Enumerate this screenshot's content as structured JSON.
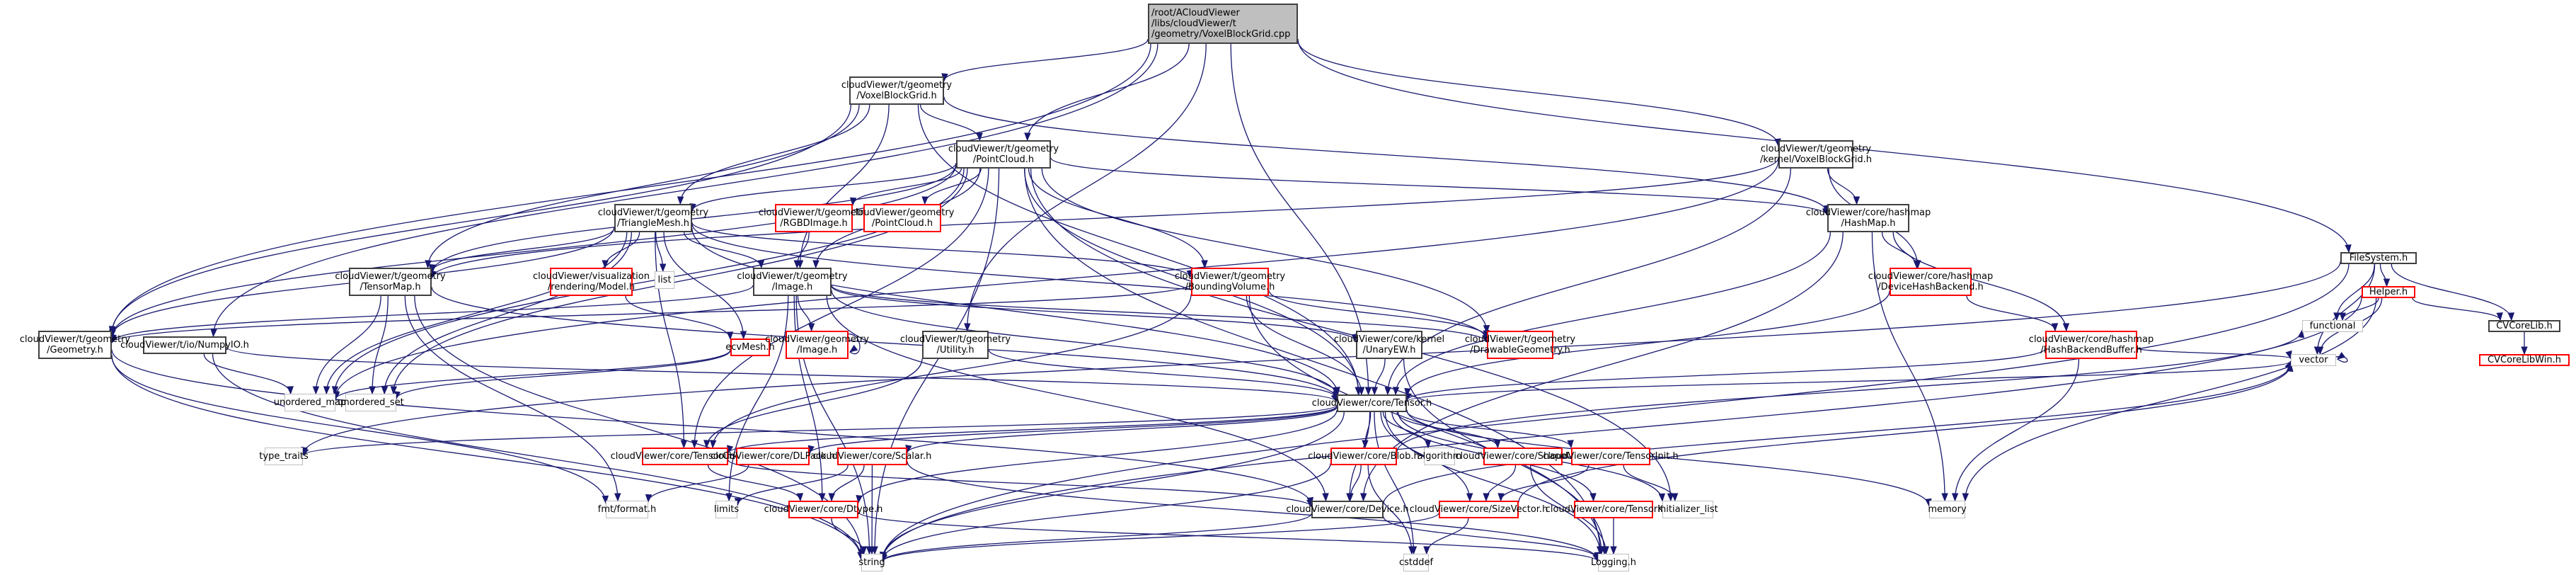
{
  "graph": {
    "title": "Include dependency graph for VoxelBlockGrid.cpp",
    "colors": {
      "edge": "#191970",
      "root_fill": "#bfbfbf",
      "missing_border": "#ff0000",
      "system_border": "#bfbfbf",
      "node_border": "#404040"
    },
    "nodes": [
      {
        "id": "root",
        "label": "/root/ACloudViewer\n/libs/cloudViewer/t\n/geometry/VoxelBlockGrid.cpp",
        "kind": "root"
      },
      {
        "id": "vbg_h",
        "label": "cloudViewer/t/geometry\n/VoxelBlockGrid.h",
        "kind": "normal"
      },
      {
        "id": "pointcloud_h",
        "label": "cloudViewer/t/geometry\n/PointCloud.h",
        "kind": "normal"
      },
      {
        "id": "kvbg_h",
        "label": "cloudViewer/t/geometry\n/kernel/VoxelBlockGrid.h",
        "kind": "normal"
      },
      {
        "id": "filesystem_h",
        "label": "FileSystem.h",
        "kind": "normal"
      },
      {
        "id": "trianglemesh_h",
        "label": "cloudViewer/t/geometry\n/TriangleMesh.h",
        "kind": "normal"
      },
      {
        "id": "rgbd_h",
        "label": "cloudViewer/t/geometry\n/RGBDImage.h",
        "kind": "missing"
      },
      {
        "id": "geom_pc_h",
        "label": "cloudViewer/geometry\n/PointCloud.h",
        "kind": "missing"
      },
      {
        "id": "hashmap_h",
        "label": "cloudViewer/core/hashmap\n/HashMap.h",
        "kind": "normal"
      },
      {
        "id": "tensormap_h",
        "label": "cloudViewer/t/geometry\n/TensorMap.h",
        "kind": "normal"
      },
      {
        "id": "list",
        "label": "list",
        "kind": "system"
      },
      {
        "id": "model_h",
        "label": "cloudViewer/visualization\n/rendering/Model.h",
        "kind": "missing"
      },
      {
        "id": "image_h",
        "label": "cloudViewer/t/geometry\n/Image.h",
        "kind": "normal"
      },
      {
        "id": "bvol_h",
        "label": "cloudViewer/t/geometry\n/BoundingVolume.h",
        "kind": "missing"
      },
      {
        "id": "dhb_h",
        "label": "cloudViewer/core/hashmap\n/DeviceHashBackend.h",
        "kind": "missing"
      },
      {
        "id": "geometry_h",
        "label": "cloudViewer/t/geometry\n/Geometry.h",
        "kind": "normal"
      },
      {
        "id": "numpyio_h",
        "label": "cloudViewer/t/io/NumpyIO.h",
        "kind": "normal"
      },
      {
        "id": "ecvmesh_h",
        "label": "ecvMesh.h",
        "kind": "missing"
      },
      {
        "id": "geom_image_h",
        "label": "cloudViewer/geometry\n/Image.h",
        "kind": "missing"
      },
      {
        "id": "utility_h",
        "label": "cloudViewer/t/geometry\n/Utility.h",
        "kind": "normal"
      },
      {
        "id": "unaryew_h",
        "label": "cloudViewer/core/kernel\n/UnaryEW.h",
        "kind": "normal"
      },
      {
        "id": "drawable_h",
        "label": "cloudViewer/t/geometry\n/DrawableGeometry.h",
        "kind": "missing"
      },
      {
        "id": "hbb_h",
        "label": "cloudViewer/core/hashmap\n/HashBackendBuffer.h",
        "kind": "missing"
      },
      {
        "id": "unordered_map",
        "label": "unordered_map",
        "kind": "system"
      },
      {
        "id": "unordered_set",
        "label": "unordered_set",
        "kind": "system"
      },
      {
        "id": "tensor_h",
        "label": "cloudViewer/core/Tensor.h",
        "kind": "normal"
      },
      {
        "id": "type_traits",
        "label": "type_traits",
        "kind": "system"
      },
      {
        "id": "tensorcheck_h",
        "label": "cloudViewer/core/TensorCheck.h",
        "kind": "missing"
      },
      {
        "id": "dlpack_h",
        "label": "cloudViewer/core/DLPack.h",
        "kind": "missing"
      },
      {
        "id": "scalar_h",
        "label": "cloudViewer/core/Scalar.h",
        "kind": "missing"
      },
      {
        "id": "blob_h",
        "label": "cloudViewer/core/Blob.h",
        "kind": "missing"
      },
      {
        "id": "algorithm",
        "label": "algorithm",
        "kind": "system"
      },
      {
        "id": "shapeutil_h",
        "label": "cloudViewer/core/ShapeUtil.h",
        "kind": "missing"
      },
      {
        "id": "tensorinit_h",
        "label": "cloudViewer/core/TensorInit.h",
        "kind": "missing"
      },
      {
        "id": "helper_h",
        "label": "Helper.h",
        "kind": "missing"
      },
      {
        "id": "fmt_format_h",
        "label": "fmt/format.h",
        "kind": "system"
      },
      {
        "id": "limits",
        "label": "limits",
        "kind": "system"
      },
      {
        "id": "dtype_h",
        "label": "cloudViewer/core/Dtype.h",
        "kind": "missing"
      },
      {
        "id": "device_h",
        "label": "cloudViewer/core/Device.h",
        "kind": "normal"
      },
      {
        "id": "sizevector_h",
        "label": "cloudViewer/core/SizeVector.h",
        "kind": "missing"
      },
      {
        "id": "tensorkey_h",
        "label": "cloudViewer/core/TensorKey.h",
        "kind": "missing"
      },
      {
        "id": "initializer_list",
        "label": "initializer_list",
        "kind": "system"
      },
      {
        "id": "memory",
        "label": "memory",
        "kind": "system"
      },
      {
        "id": "functional",
        "label": "functional",
        "kind": "system"
      },
      {
        "id": "cvcorelib_h",
        "label": "CVCoreLib.h",
        "kind": "normal"
      },
      {
        "id": "string",
        "label": "string",
        "kind": "system"
      },
      {
        "id": "cstddef",
        "label": "cstddef",
        "kind": "system"
      },
      {
        "id": "logging_h",
        "label": "Logging.h",
        "kind": "system"
      },
      {
        "id": "vector",
        "label": "vector",
        "kind": "system"
      },
      {
        "id": "cvcorelibwin_h",
        "label": "CVCoreLibWin.h",
        "kind": "missing"
      }
    ],
    "edges": [
      [
        "root",
        "vbg_h"
      ],
      [
        "root",
        "pointcloud_h"
      ],
      [
        "root",
        "kvbg_h"
      ],
      [
        "root",
        "filesystem_h"
      ],
      [
        "root",
        "geometry_h"
      ],
      [
        "root",
        "numpyio_h"
      ],
      [
        "root",
        "utility_h"
      ],
      [
        "root",
        "tensor_h"
      ],
      [
        "vbg_h",
        "pointcloud_h"
      ],
      [
        "vbg_h",
        "trianglemesh_h"
      ],
      [
        "vbg_h",
        "tensormap_h"
      ],
      [
        "vbg_h",
        "image_h"
      ],
      [
        "vbg_h",
        "hashmap_h"
      ],
      [
        "vbg_h",
        "geometry_h"
      ],
      [
        "vbg_h",
        "tensor_h"
      ],
      [
        "pointcloud_h",
        "trianglemesh_h"
      ],
      [
        "pointcloud_h",
        "rgbd_h"
      ],
      [
        "pointcloud_h",
        "geom_pc_h"
      ],
      [
        "pointcloud_h",
        "image_h"
      ],
      [
        "pointcloud_h",
        "bvol_h"
      ],
      [
        "pointcloud_h",
        "tensormap_h"
      ],
      [
        "pointcloud_h",
        "geometry_h"
      ],
      [
        "pointcloud_h",
        "drawable_h"
      ],
      [
        "pointcloud_h",
        "hashmap_h"
      ],
      [
        "pointcloud_h",
        "tensor_h"
      ],
      [
        "pointcloud_h",
        "unordered_set"
      ],
      [
        "pointcloud_h",
        "tensorcheck_h"
      ],
      [
        "pointcloud_h",
        "string"
      ],
      [
        "pointcloud_h",
        "logging_h"
      ],
      [
        "pointcloud_h",
        "initializer_list"
      ],
      [
        "pointcloud_h",
        "unordered_map"
      ],
      [
        "kvbg_h",
        "hashmap_h"
      ],
      [
        "kvbg_h",
        "dhb_h"
      ],
      [
        "kvbg_h",
        "tensor_h"
      ],
      [
        "kvbg_h",
        "tensormap_h"
      ],
      [
        "kvbg_h",
        "unordered_map"
      ],
      [
        "filesystem_h",
        "helper_h"
      ],
      [
        "filesystem_h",
        "functional"
      ],
      [
        "filesystem_h",
        "vector"
      ],
      [
        "filesystem_h",
        "cvcorelib_h"
      ],
      [
        "filesystem_h",
        "string"
      ],
      [
        "filesystem_h",
        "type_traits"
      ],
      [
        "trianglemesh_h",
        "tensormap_h"
      ],
      [
        "trianglemesh_h",
        "list"
      ],
      [
        "trianglemesh_h",
        "model_h"
      ],
      [
        "trianglemesh_h",
        "image_h"
      ],
      [
        "trianglemesh_h",
        "ecvmesh_h"
      ],
      [
        "trianglemesh_h",
        "tensorcheck_h"
      ],
      [
        "trianglemesh_h",
        "geometry_h"
      ],
      [
        "trianglemesh_h",
        "bvol_h"
      ],
      [
        "trianglemesh_h",
        "drawable_h"
      ],
      [
        "trianglemesh_h",
        "tensor_h"
      ],
      [
        "trianglemesh_h",
        "unordered_map"
      ],
      [
        "trianglemesh_h",
        "unordered_set"
      ],
      [
        "rgbd_h",
        "image_h"
      ],
      [
        "model_h",
        "ecvmesh_h"
      ],
      [
        "hashmap_h",
        "dhb_h"
      ],
      [
        "hashmap_h",
        "hbb_h"
      ],
      [
        "hashmap_h",
        "tensor_h"
      ],
      [
        "hashmap_h",
        "memory"
      ],
      [
        "hashmap_h",
        "device_h"
      ],
      [
        "tensormap_h",
        "tensor_h"
      ],
      [
        "tensormap_h",
        "unordered_map"
      ],
      [
        "tensormap_h",
        "unordered_set"
      ],
      [
        "tensormap_h",
        "string"
      ],
      [
        "tensormap_h",
        "fmt_format_h"
      ],
      [
        "image_h",
        "geom_image_h"
      ],
      [
        "image_h",
        "geometry_h"
      ],
      [
        "image_h",
        "unaryew_h"
      ],
      [
        "image_h",
        "drawable_h"
      ],
      [
        "image_h",
        "tensor_h"
      ],
      [
        "image_h",
        "dtype_h"
      ],
      [
        "image_h",
        "device_h"
      ],
      [
        "image_h",
        "string"
      ],
      [
        "image_h",
        "limits"
      ],
      [
        "geom_image_h",
        "geom_image_h"
      ],
      [
        "bvol_h",
        "geometry_h"
      ],
      [
        "bvol_h",
        "drawable_h"
      ],
      [
        "bvol_h",
        "tensor_h"
      ],
      [
        "bvol_h",
        "tensorcheck_h"
      ],
      [
        "bvol_h",
        "logging_h"
      ],
      [
        "dhb_h",
        "tensor_h"
      ],
      [
        "dhb_h",
        "hbb_h"
      ],
      [
        "geometry_h",
        "string"
      ],
      [
        "geometry_h",
        "fmt_format_h"
      ],
      [
        "geometry_h",
        "device_h"
      ],
      [
        "numpyio_h",
        "tensor_h"
      ],
      [
        "numpyio_h",
        "string"
      ],
      [
        "numpyio_h",
        "unordered_map"
      ],
      [
        "ecvmesh_h",
        "unordered_map"
      ],
      [
        "ecvmesh_h",
        "unordered_set"
      ],
      [
        "utility_h",
        "tensor_h"
      ],
      [
        "utility_h",
        "tensorcheck_h"
      ],
      [
        "unaryew_h",
        "tensor_h"
      ],
      [
        "unaryew_h",
        "logging_h"
      ],
      [
        "hbb_h",
        "tensor_h"
      ],
      [
        "hbb_h",
        "memory"
      ],
      [
        "hbb_h",
        "vector"
      ],
      [
        "tensor_h",
        "type_traits"
      ],
      [
        "tensor_h",
        "tensorcheck_h"
      ],
      [
        "tensor_h",
        "dlpack_h"
      ],
      [
        "tensor_h",
        "scalar_h"
      ],
      [
        "tensor_h",
        "blob_h"
      ],
      [
        "tensor_h",
        "algorithm"
      ],
      [
        "tensor_h",
        "shapeutil_h"
      ],
      [
        "tensor_h",
        "tensorinit_h"
      ],
      [
        "tensor_h",
        "device_h"
      ],
      [
        "tensor_h",
        "sizevector_h"
      ],
      [
        "tensor_h",
        "tensorkey_h"
      ],
      [
        "tensor_h",
        "dtype_h"
      ],
      [
        "tensor_h",
        "string"
      ],
      [
        "tensor_h",
        "cstddef"
      ],
      [
        "tensor_h",
        "memory"
      ],
      [
        "tensor_h",
        "vector"
      ],
      [
        "tensor_h",
        "initializer_list"
      ],
      [
        "tensor_h",
        "logging_h"
      ],
      [
        "tensorcheck_h",
        "dtype_h"
      ],
      [
        "tensorcheck_h",
        "device_h"
      ],
      [
        "dlpack_h",
        "fmt_format_h"
      ],
      [
        "scalar_h",
        "dtype_h"
      ],
      [
        "scalar_h",
        "limits"
      ],
      [
        "scalar_h",
        "string"
      ],
      [
        "scalar_h",
        "logging_h"
      ],
      [
        "blob_h",
        "device_h"
      ],
      [
        "blob_h",
        "cstddef"
      ],
      [
        "blob_h",
        "string"
      ],
      [
        "blob_h",
        "functional"
      ],
      [
        "shapeutil_h",
        "sizevector_h"
      ],
      [
        "shapeutil_h",
        "logging_h"
      ],
      [
        "tensorinit_h",
        "sizevector_h"
      ],
      [
        "tensorinit_h",
        "initializer_list"
      ],
      [
        "helper_h",
        "functional"
      ],
      [
        "helper_h",
        "vector"
      ],
      [
        "helper_h",
        "cvcorelib_h"
      ],
      [
        "helper_h",
        "memory"
      ],
      [
        "helper_h",
        "string"
      ],
      [
        "dtype_h",
        "string"
      ],
      [
        "dtype_h",
        "logging_h"
      ],
      [
        "device_h",
        "string"
      ],
      [
        "device_h",
        "logging_h"
      ],
      [
        "device_h",
        "vector"
      ],
      [
        "sizevector_h",
        "string"
      ],
      [
        "sizevector_h",
        "cstddef"
      ],
      [
        "sizevector_h",
        "vector"
      ],
      [
        "tensorkey_h",
        "logging_h"
      ],
      [
        "cvcorelib_h",
        "cvcorelibwin_h"
      ],
      [
        "vector",
        "vector"
      ]
    ]
  }
}
